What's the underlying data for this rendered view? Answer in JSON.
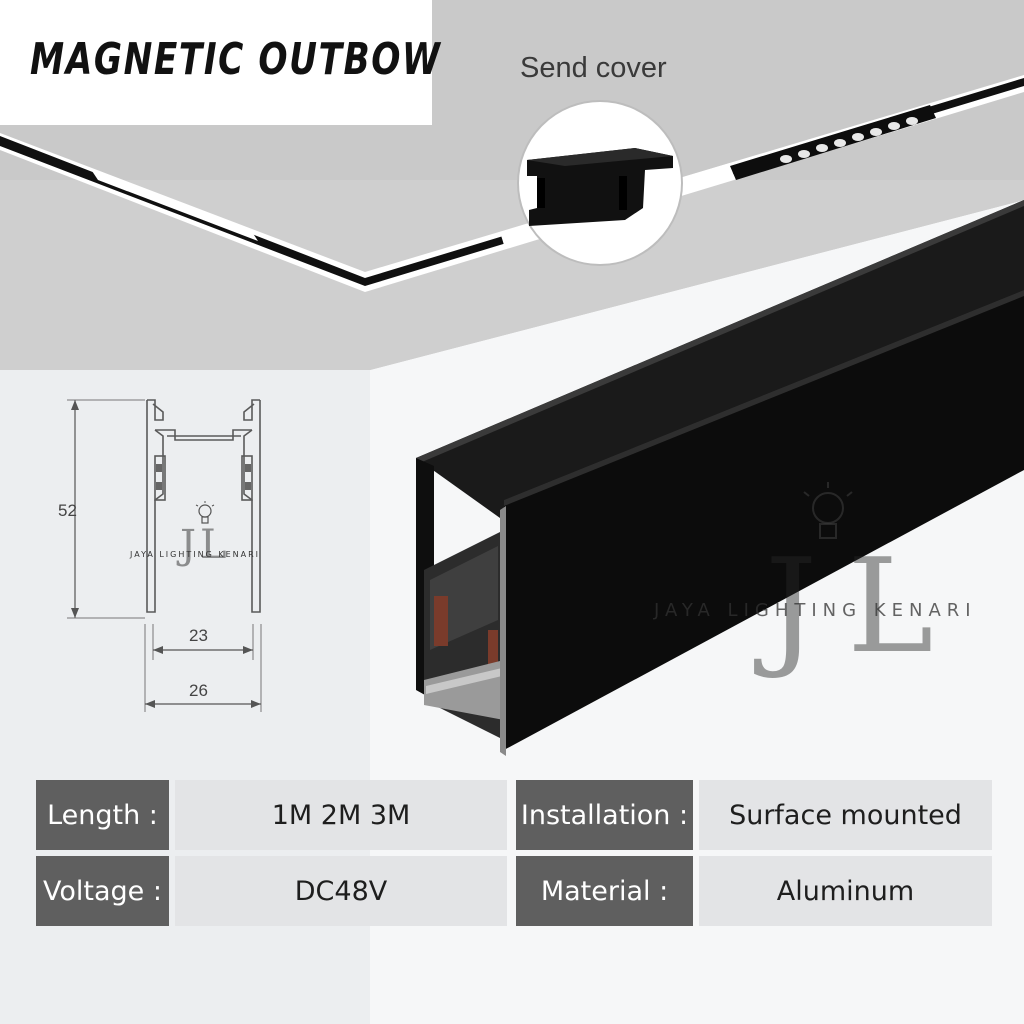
{
  "title": "MAGNETIC OUTBOW",
  "send_cover_label": "Send cover",
  "dimensions": {
    "height": "52",
    "inner_width": "23",
    "outer_width": "26"
  },
  "watermark": {
    "brand": "JAYA LIGHTING KENARI",
    "monogram": "JL"
  },
  "specs": [
    {
      "key": "Length :",
      "value": "1M 2M 3M"
    },
    {
      "key": "Installation :",
      "value": "Surface mounted"
    },
    {
      "key": "Voltage :",
      "value": "DC48V"
    },
    {
      "key": "Material :",
      "value": "Aluminum"
    }
  ],
  "colors": {
    "ceiling": "#c8c8c8",
    "track": "#111111",
    "wall": "#eeeff1",
    "key_bg": "#5f5f5f",
    "value_bg": "#e3e4e6"
  }
}
